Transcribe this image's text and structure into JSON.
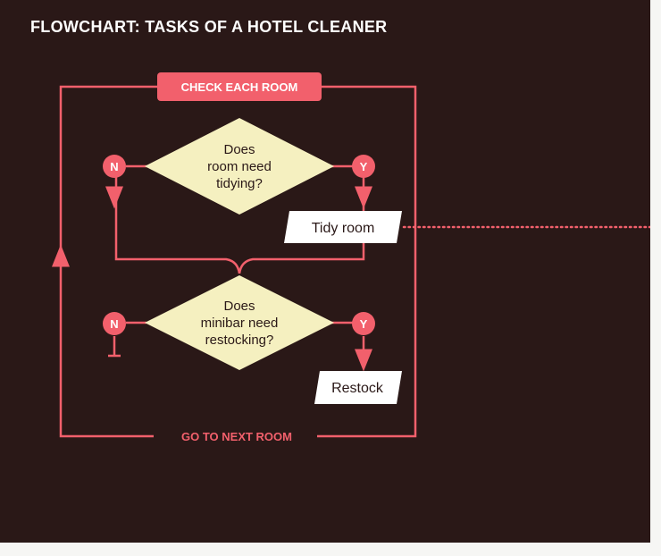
{
  "title": "FLOWCHART: TASKS OF A HOTEL CLEANER",
  "colors": {
    "background": "#2a1817",
    "line": "#f2606c",
    "box_fill": "#f2606c",
    "decision_fill": "#f5f0c0",
    "process_fill": "#ffffff",
    "dotted_leader": "#f2606c"
  },
  "nodes": {
    "start": "CHECK EACH ROOM",
    "decision1": [
      "Does",
      "room need",
      "tidying?"
    ],
    "process1": "Tidy room",
    "decision2": [
      "Does",
      "minibar need",
      "restocking?"
    ],
    "process2": "Restock",
    "end": "GO TO NEXT ROOM"
  },
  "branches": {
    "no": "N",
    "yes": "Y"
  }
}
